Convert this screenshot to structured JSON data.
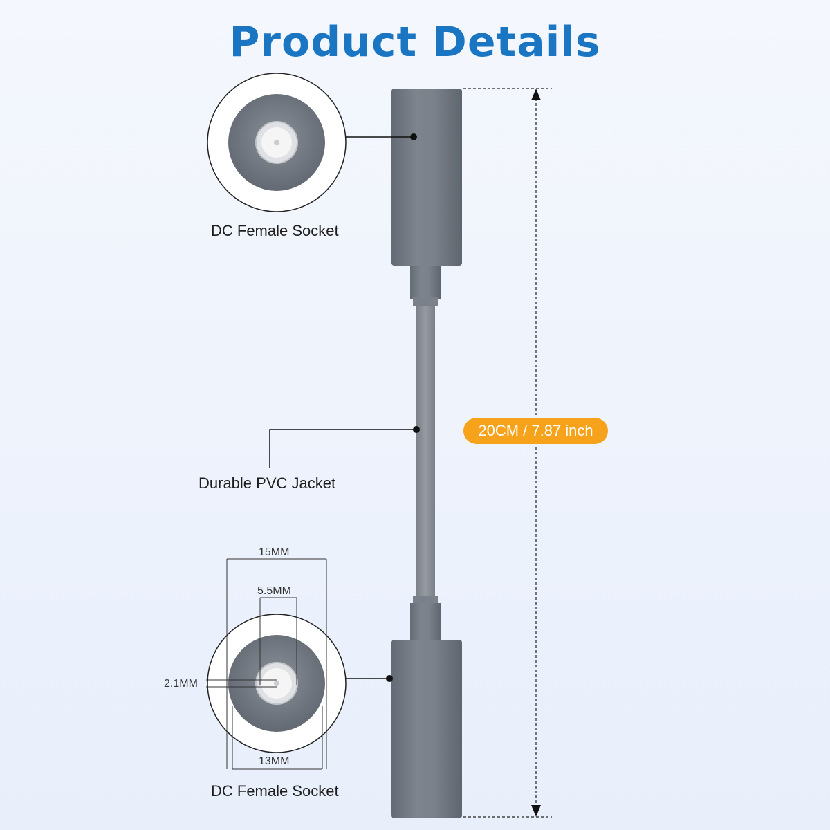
{
  "title": "Product Details",
  "labels": {
    "top_socket": "DC Female Socket",
    "jacket": "Durable PVC Jacket",
    "bottom_socket": "DC Female Socket"
  },
  "length_badge": "20CM / 7.87 inch",
  "dimensions": {
    "outer_top": "15MM",
    "inner": "5.5MM",
    "pin": "2.1MM",
    "outer_bottom": "13MM"
  },
  "colors": {
    "title": "#1a75c2",
    "badge": "#f7a21b",
    "connector": "#727a84",
    "cable": "#8a9097"
  }
}
